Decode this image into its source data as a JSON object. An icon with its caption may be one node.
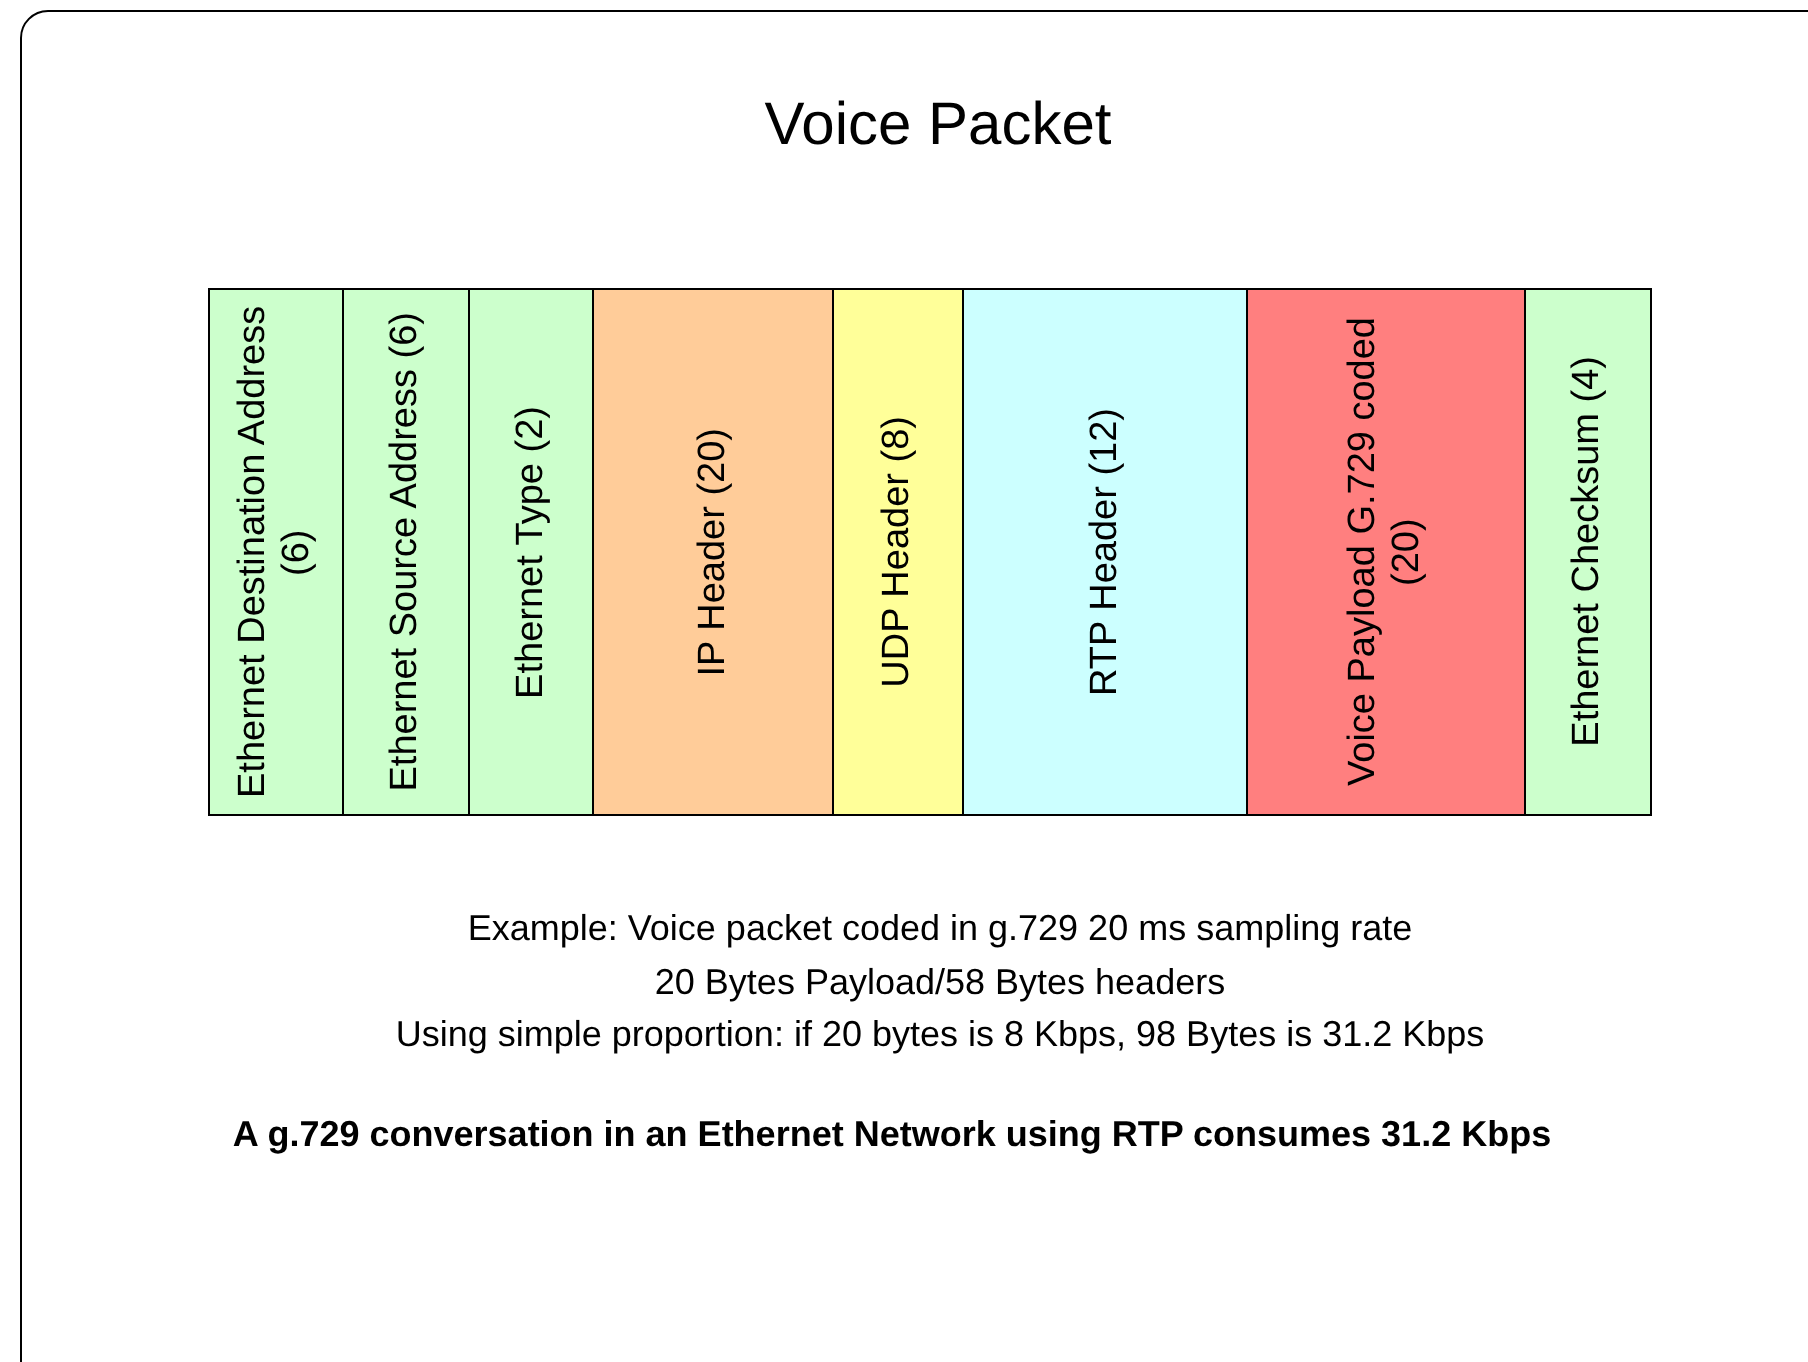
{
  "diagram": {
    "title": "Voice Packet",
    "nodes": [
      {
        "text": [
          "Ethernet Destination Address (6)"
        ]
      },
      {
        "text": [
          "Ethernet Source Address (6)"
        ]
      },
      {
        "text": [
          "Ethernet Type (2)"
        ]
      },
      {
        "text": [
          "IP Header (20)"
        ]
      },
      {
        "text": [
          "UDP Header (8)"
        ]
      },
      {
        "text": [
          "RTP Header (12)"
        ]
      },
      {
        "text": [
          "Voice Payload G.729 coded (20)"
        ]
      },
      {
        "text": [
          "Ethernet Checksum (4)"
        ]
      }
    ],
    "labels": [
      "Example: Voice packet coded in g.729 20 ms sampling rate",
      "20 Bytes Payload/58 Bytes headers",
      "Using simple proportion: if 20 bytes is 8 Kbps, 98 Bytes is 31.2 Kbps",
      "A g.729 conversation in an Ethernet Network using RTP consumes 31.2 Kbps"
    ]
  }
}
